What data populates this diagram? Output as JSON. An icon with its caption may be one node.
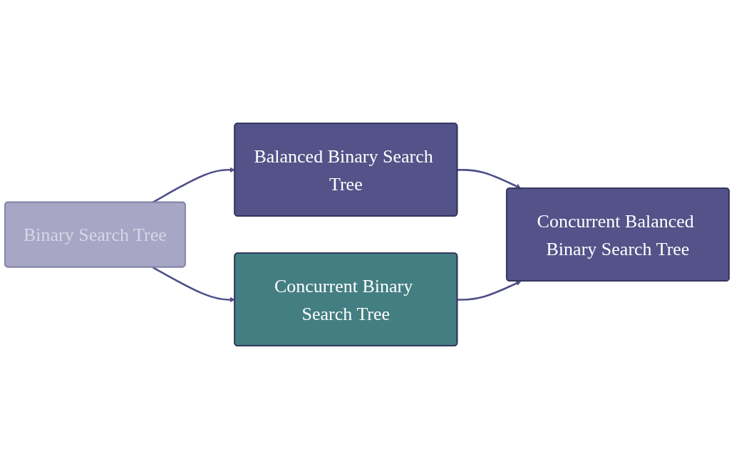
{
  "diagram": {
    "nodes": [
      {
        "text": [
          "Binary Search Tree"
        ]
      },
      {
        "text": [
          "Balanced Binary Search Tree"
        ]
      },
      {
        "text": [
          "Concurrent Binary Search Tree"
        ]
      },
      {
        "text": [
          "Concurrent Balanced Binary Search Tree"
        ]
      }
    ],
    "edges": [
      {
        "from": 0,
        "to": 1,
        "arrow": "to"
      },
      {
        "from": 0,
        "to": 2,
        "arrow": "to"
      },
      {
        "from": 1,
        "to": 3,
        "arrow": "to"
      },
      {
        "from": 2,
        "to": 3,
        "arrow": "to"
      }
    ]
  }
}
